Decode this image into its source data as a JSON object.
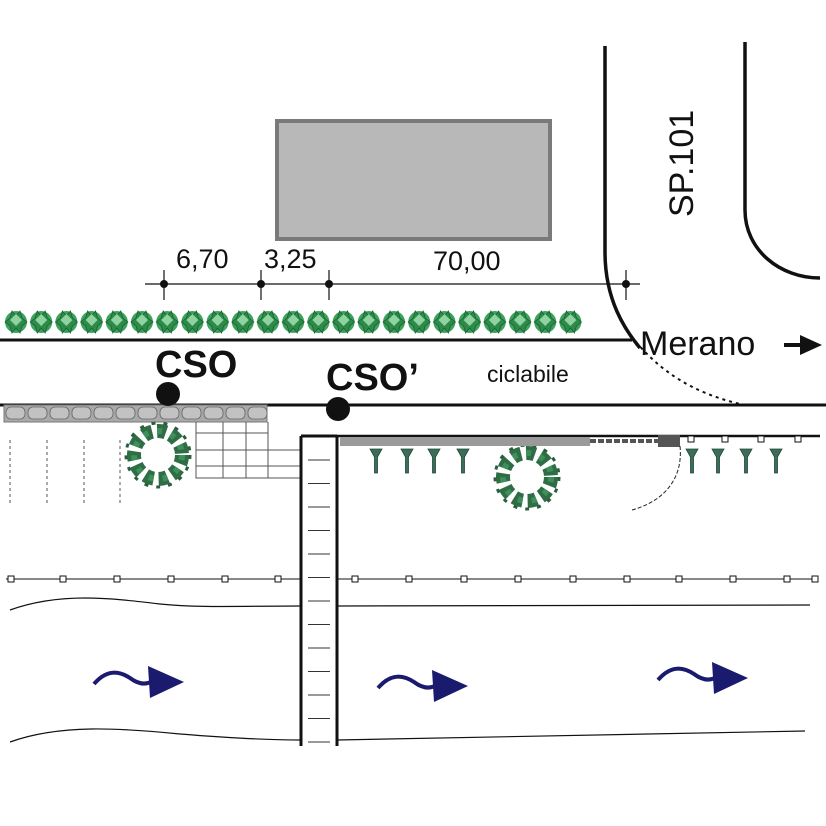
{
  "dimensions": [
    "6,70",
    "3,25",
    "70,00"
  ],
  "points": {
    "cso": "CSO",
    "cso_prime": "CSO’"
  },
  "labels": {
    "bike_path": "ciclabile",
    "road": "SP.101",
    "direction": "Merano"
  },
  "icons": {
    "direction_arrow": "arrow-right-icon",
    "flow_arrow": "flow-curved-arrow-icon",
    "tree": "tree-crown-icon",
    "shrub": "shrub-icon",
    "bollard": "bollard-icon"
  },
  "colors": {
    "building_fill": "#b8b8b8",
    "building_stroke": "#7a7a7a",
    "hedge": "#3aa35a",
    "tree": "#2f6e45",
    "flow_arrow": "#1a1a6e",
    "line": "#111111"
  }
}
